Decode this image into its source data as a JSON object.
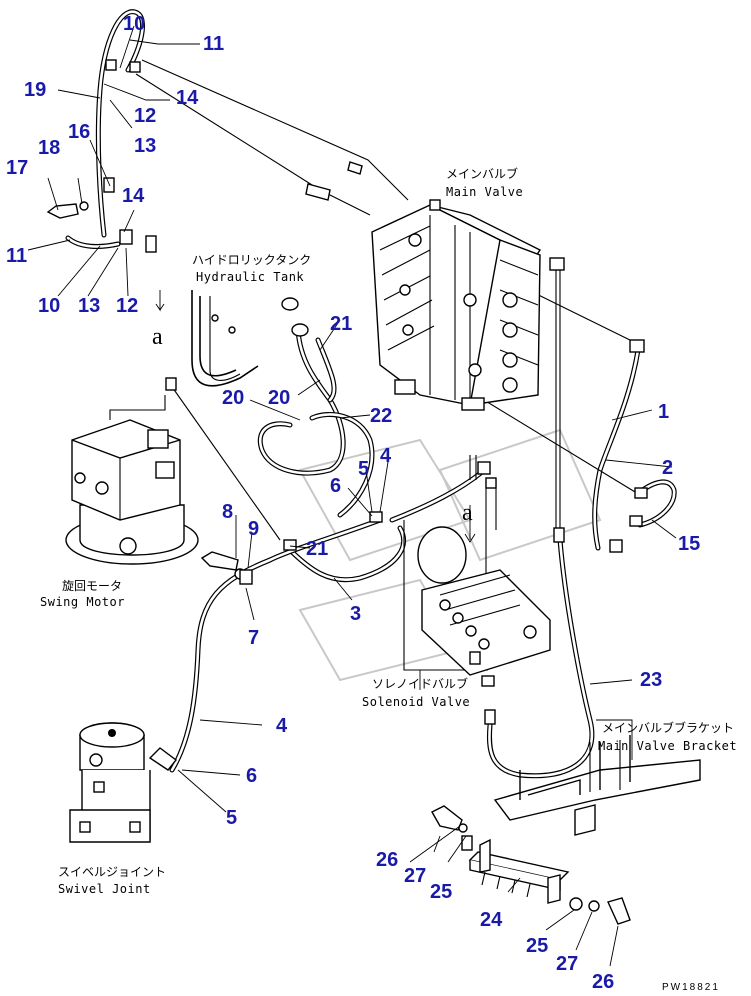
{
  "captions": {
    "main_valve_jp": "メインバルブ",
    "main_valve_en": "Main Valve",
    "hydraulic_tank_jp": "ハイドロリックタンク",
    "hydraulic_tank_en": "Hydraulic Tank",
    "swing_motor_jp": "旋回モータ",
    "swing_motor_en": "Swing Motor",
    "solenoid_valve_jp": "ソレノイドバルブ",
    "solenoid_valve_en": "Solenoid Valve",
    "main_valve_bracket_jp": "メインバルブブラケット",
    "main_valve_bracket_en": "Main Valve Bracket",
    "swivel_joint_jp": "スイベルジョイント",
    "swivel_joint_en": "Swivel Joint"
  },
  "view_marker": "a",
  "drawing_code": "PW18821",
  "part_numbers": {
    "n1": "1",
    "n2": "2",
    "n3": "3",
    "n4a": "4",
    "n4b": "4",
    "n5a": "5",
    "n5b": "5",
    "n6a": "6",
    "n6b": "6",
    "n7": "7",
    "n8": "8",
    "n9": "9",
    "n10a": "10",
    "n10b": "10",
    "n11a": "11",
    "n11b": "11",
    "n12a": "12",
    "n12b": "12",
    "n13a": "13",
    "n13b": "13",
    "n14a": "14",
    "n14b": "14",
    "n15": "15",
    "n16": "16",
    "n17": "17",
    "n18": "18",
    "n19": "19",
    "n20a": "20",
    "n20b": "20",
    "n21a": "21",
    "n21b": "21",
    "n22": "22",
    "n23": "23",
    "n24": "24",
    "n25a": "25",
    "n25b": "25",
    "n26a": "26",
    "n26b": "26",
    "n27a": "27",
    "n27b": "27"
  }
}
